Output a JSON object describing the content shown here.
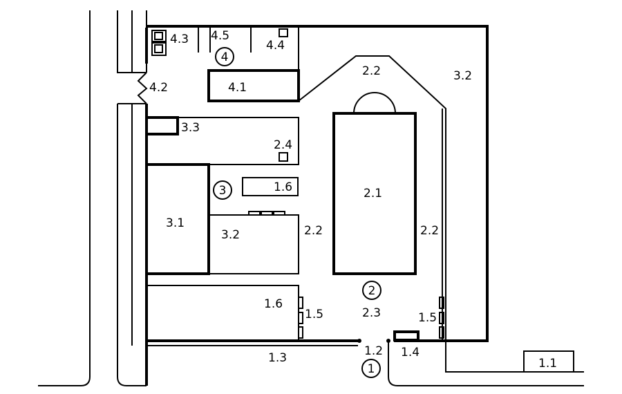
{
  "labels": {
    "l1_1": "1.1",
    "l1_2": "1.2",
    "l1_3": "1.3",
    "l1_4": "1.4",
    "l1_5_left": "1.5",
    "l1_5_right": "1.5",
    "l1_6_top": "1.6",
    "l1_6_bottom": "1.6",
    "l2_1": "2.1",
    "l2_2_top": "2.2",
    "l2_2_left": "2.2",
    "l2_2_right": "2.2",
    "l2_3": "2.3",
    "l2_4": "2.4",
    "l3_1": "3.1",
    "l3_2_center": "3.2",
    "l3_2_top_right": "3.2",
    "l3_3": "3.3",
    "l4_1": "4.1",
    "l4_2": "4.2",
    "l4_3": "4.3",
    "l4_4": "4.4",
    "l4_5": "4.5"
  },
  "zones": {
    "z1": "1",
    "z2": "2",
    "z3": "3",
    "z4": "4"
  }
}
